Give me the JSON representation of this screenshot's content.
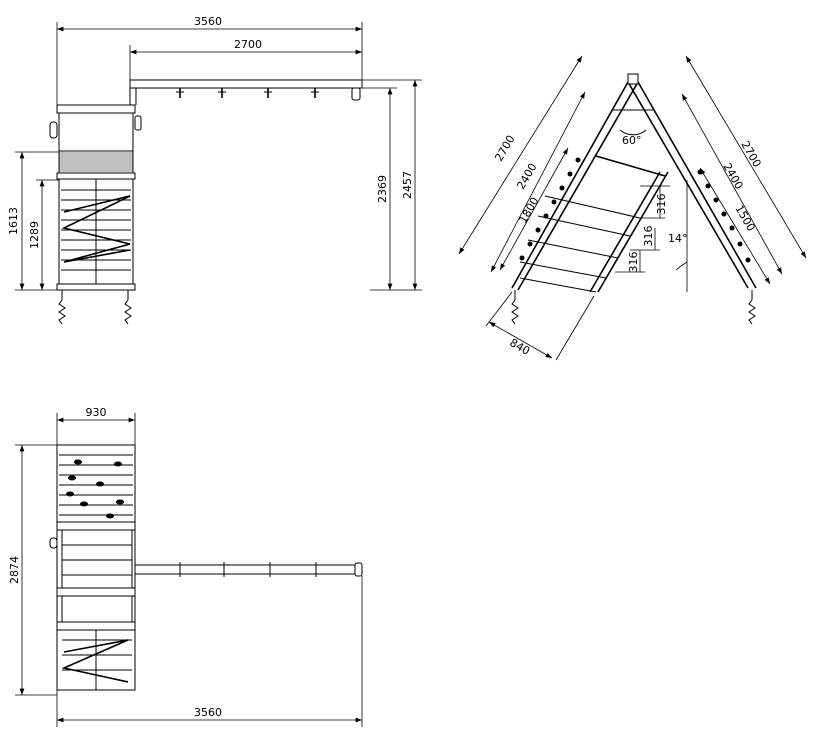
{
  "front_view": {
    "overall_width": "3560",
    "beam_length": "2700",
    "platform_height": "1613",
    "wall_height": "1289",
    "beam_height_inner": "2369",
    "beam_height_outer": "2457"
  },
  "side_view": {
    "leg_length_left": "2700",
    "ladder_length_left": "2400",
    "ladder_inner_length": "1800",
    "apex_angle": "60°",
    "leg_length_right": "2700",
    "wall_length_right": "2400",
    "wall_inner_length": "1500",
    "rung_spacing_1": "316",
    "rung_spacing_2": "316",
    "rung_spacing_3": "316",
    "incline_angle": "14°",
    "ladder_width": "840"
  },
  "top_view": {
    "tower_width": "930",
    "overall_depth": "2874",
    "overall_width": "3560"
  }
}
